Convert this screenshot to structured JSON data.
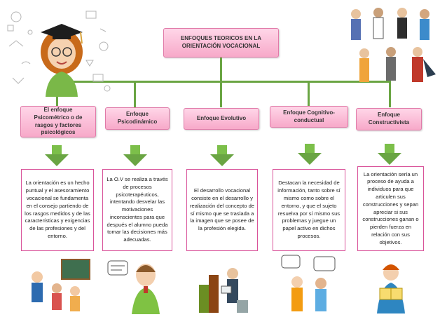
{
  "title": "ENFOQUES TEORICOS EN LA ORIENTACIÓN VOCACIONAL",
  "categories": [
    {
      "label": "El enfoque Psicométrico o de rasgos y factores psicológicos",
      "description": "La orientación es un hecho puntual y el asesoramiento vocacional se fundamenta en el consejo partiendo de los rasgos medidos y de las características y exigencias de las profesiones y del entorno."
    },
    {
      "label": "Enfoque Psicodinámico",
      "description": "La O.V se realiza a través de procesos psicoterapéuticos, intentando desvelar las motivaciones inconscientes para que después el alumno pueda tomar las decisiones más adecuadas."
    },
    {
      "label": "Enfoque Evolutivo",
      "description": "El desarrollo vocacional consiste en el desarrollo y realización del concepto de sí mismo que se traslada a la imagen que se posee de la profesión elegida."
    },
    {
      "label": "Enfoque Cognitivo-conductual",
      "description": "Destacan la necesidad de información, tanto sobre sí mismo como sobre el entorno, y que el sujeto resuelva por sí mismo sus problemas y juegue un papel activo en dichos procesos."
    },
    {
      "label": "Enfoque Constructivista",
      "description": "La orientación sería un proceso de ayuda a individuos para que articulen sus construcciones y sepan apreciar si sus construcciones ganan o pierden fuerza en relación con sus objetivos."
    }
  ],
  "colors": {
    "box_pink": "#f7a9c9",
    "border_pink": "#d9549a",
    "connector_green": "#6aa543"
  }
}
